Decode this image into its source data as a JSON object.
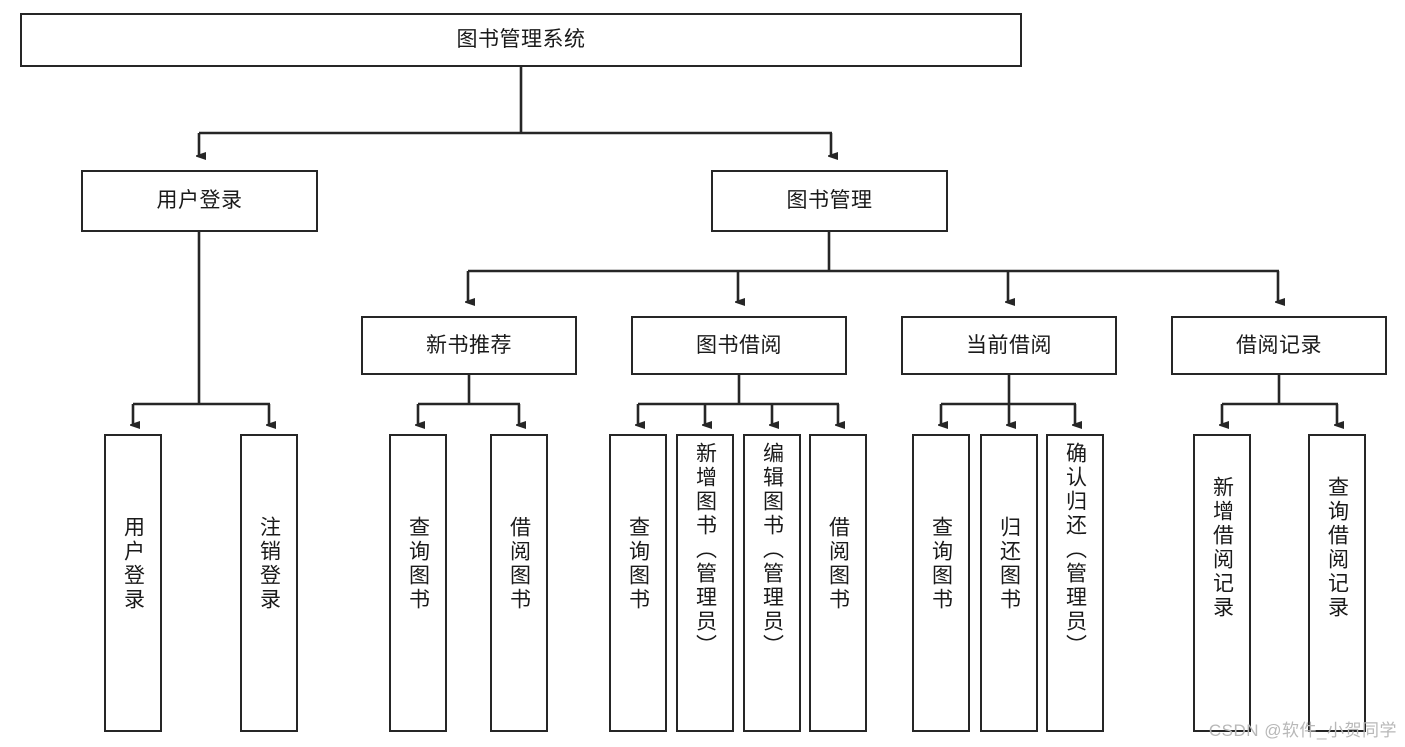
{
  "diagram": {
    "type": "tree-hierarchy-chart",
    "title": "图书管理系统",
    "watermark": "CSDN @软件_小贺同学",
    "colors": {
      "border": "#262626",
      "background": "#ffffff",
      "text": "#1a1a1a",
      "watermark": "#b8b8b8"
    },
    "nodes": {
      "root": {
        "label": "图书管理系统",
        "level": 0
      },
      "level1": [
        {
          "id": "user-login",
          "label": "用户登录"
        },
        {
          "id": "book-management",
          "label": "图书管理"
        }
      ],
      "level2": [
        {
          "id": "new-book-recommend",
          "label": "新书推荐",
          "parent": "book-management"
        },
        {
          "id": "book-borrow",
          "label": "图书借阅",
          "parent": "book-management"
        },
        {
          "id": "current-borrow",
          "label": "当前借阅",
          "parent": "book-management"
        },
        {
          "id": "borrow-record",
          "label": "借阅记录",
          "parent": "book-management"
        }
      ],
      "leaves": [
        {
          "id": "leaf-user-login",
          "label": "用户登录",
          "parent": "user-login"
        },
        {
          "id": "leaf-logout-login",
          "label": "注销登录",
          "parent": "user-login"
        },
        {
          "id": "leaf-query-book-1",
          "label": "查询图书",
          "parent": "new-book-recommend"
        },
        {
          "id": "leaf-borrow-book-1",
          "label": "借阅图书",
          "parent": "new-book-recommend"
        },
        {
          "id": "leaf-query-book-2",
          "label": "查询图书",
          "parent": "book-borrow"
        },
        {
          "id": "leaf-add-book",
          "label": "新增图书（管理员）",
          "parent": "book-borrow"
        },
        {
          "id": "leaf-edit-book",
          "label": "编辑图书（管理员）",
          "parent": "book-borrow"
        },
        {
          "id": "leaf-borrow-book-2",
          "label": "借阅图书",
          "parent": "book-borrow"
        },
        {
          "id": "leaf-query-book-3",
          "label": "查询图书",
          "parent": "current-borrow"
        },
        {
          "id": "leaf-return-book",
          "label": "归还图书",
          "parent": "current-borrow"
        },
        {
          "id": "leaf-confirm-return",
          "label": "确认归还（管理员）",
          "parent": "current-borrow"
        },
        {
          "id": "leaf-add-record",
          "label": "新增借阅记录",
          "parent": "borrow-record"
        },
        {
          "id": "leaf-query-record",
          "label": "查询借阅记录",
          "parent": "borrow-record"
        }
      ]
    }
  }
}
